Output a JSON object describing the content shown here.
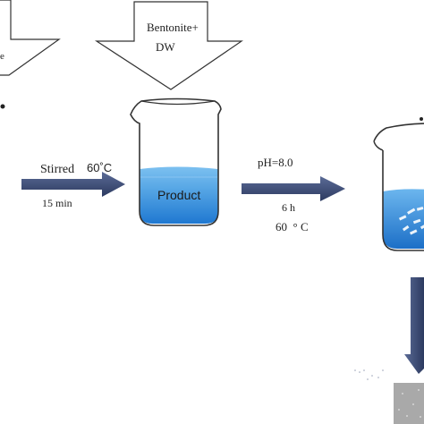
{
  "inputs": {
    "left_partial_text": "e",
    "center_line1": "Bentonite+",
    "center_line2": "DW"
  },
  "step1": {
    "condition": "Stirred",
    "temperature": "60˚C",
    "time": "15 min"
  },
  "beaker1": {
    "label": "Product"
  },
  "step2": {
    "ph": "pH=8.0",
    "time": "6 h",
    "temperature": "60  ° C"
  },
  "colors": {
    "arrow": "#3b4a72",
    "liquid_top": "#5aa9e6",
    "liquid_bottom": "#1f78d1",
    "outline": "#333333"
  }
}
